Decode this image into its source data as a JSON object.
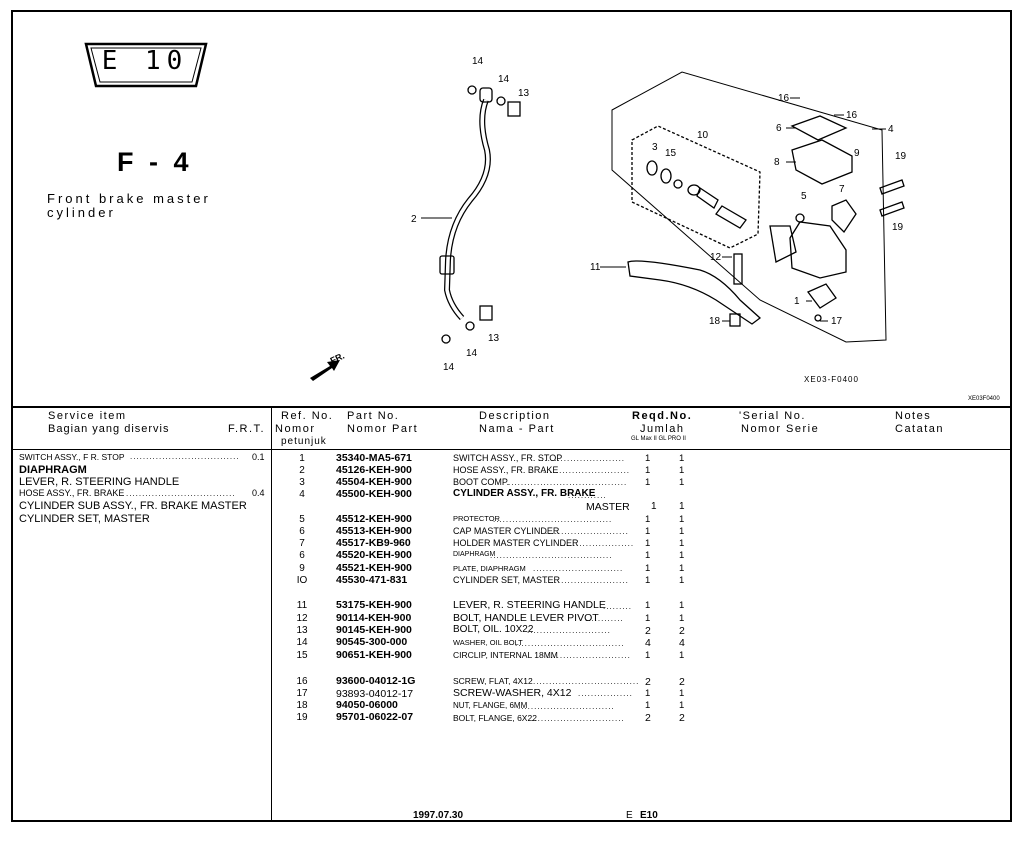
{
  "badge": "E 10",
  "figure": {
    "code": "F - 4",
    "title": "Front  brake  master\ncylinder"
  },
  "diagram": {
    "code": "XE03-F0400",
    "corner_code": "XE03F0400",
    "labels": [
      "14",
      "14",
      "13",
      "2",
      "13",
      "14",
      "14",
      "10",
      "3",
      "15",
      "16",
      "16",
      "6",
      "4",
      "9",
      "8",
      "19",
      "19",
      "5",
      "7",
      "12",
      "11",
      "1",
      "17",
      "18"
    ],
    "arrow_text": "FR."
  },
  "headers": {
    "service_item": "Service    item",
    "service_item_id": "Bagian yang diservis",
    "frt": "F.R.T.",
    "ref_no": "Ref.  No.",
    "ref_no_id": "Nomor",
    "ref_no_id2": "petunjuk",
    "part_no": "Part  No.",
    "part_no_id": "Nomor  Part",
    "description": "Description",
    "description_id": "Nama  -  Part",
    "reqd_no": "Reqd.No.",
    "reqd_no_id": "Jumlah",
    "reqd_sub": "GL Max II GL PRO II",
    "serial_no": "'Serial  No.",
    "serial_no_id": "Nomor  Serie",
    "notes": "Notes",
    "notes_id": "Catatan"
  },
  "service_items": [
    {
      "name": "SWITCH ASSY., F R. STOP",
      "frt": "0.1"
    },
    {
      "name": "DIAPHRAGM",
      "frt": ""
    },
    {
      "name": "LEVER, R. STEERING HANDLE",
      "frt": ""
    },
    {
      "name": "HOSE ASSY., FR. BRAKE",
      "frt": "0.4"
    },
    {
      "name": "CYLINDER SUB ASSY., FR. BRAKE MASTER",
      "frt": ""
    },
    {
      "name": "CYLINDER SET, MASTER",
      "frt": ""
    }
  ],
  "parts": [
    {
      "ref": "1",
      "part": "35340-MA5-671",
      "desc": "SWITCH ASSY., FR. STOP",
      "q1": "1",
      "q2": "1"
    },
    {
      "ref": "2",
      "part": "45126-KEH-900",
      "desc": "HOSE ASSY., FR. BRAKE",
      "q1": "1",
      "q2": "1"
    },
    {
      "ref": "3",
      "part": "45504-KEH-900",
      "desc": "BOOT COMP.",
      "q1": "1",
      "q2": "1"
    },
    {
      "ref": "4",
      "part": "45500-KEH-900",
      "desc": "CYLINDER ASSY., FR. BRAKE",
      "desc2": "MASTER",
      "q1": "1",
      "q2": "1"
    },
    {
      "ref": "5",
      "part": "45512-KEH-900",
      "desc": "PROTECTOR",
      "q1": "1",
      "q2": "1"
    },
    {
      "ref": "6",
      "part": "45513-KEH-900",
      "desc": "CAP MASTER CYLINDER",
      "q1": "1",
      "q2": "1"
    },
    {
      "ref": "7",
      "part": "45517-KB9-960",
      "desc": "HOLDER MASTER CYLINDER",
      "q1": "1",
      "q2": "1"
    },
    {
      "ref": "6",
      "part": "45520-KEH-900",
      "desc": "DIAPHRAGM",
      "q1": "1",
      "q2": "1"
    },
    {
      "ref": "9",
      "part": "45521-KEH-900",
      "desc": "PLATE, DIAPHRAGM",
      "q1": "1",
      "q2": "1"
    },
    {
      "ref": "IO",
      "part": "45530-471-831",
      "desc": "CYLINDER SET, MASTER",
      "q1": "1",
      "q2": "1"
    },
    {
      "ref": "11",
      "part": "53175-KEH-900",
      "desc": "LEVER, R. STEERING HANDLE",
      "q1": "1",
      "q2": "1"
    },
    {
      "ref": "12",
      "part": "90114-KEH-900",
      "desc": "BOLT, HANDLE LEVER PIVOT",
      "q1": "1",
      "q2": "1"
    },
    {
      "ref": "13",
      "part": "90145-KEH-900",
      "desc": "BOLT,  OIL.  10X22",
      "q1": "2",
      "q2": "2"
    },
    {
      "ref": "14",
      "part": "90545-300-000",
      "desc": "WASHER, OIL BOLT",
      "q1": "4",
      "q2": "4"
    },
    {
      "ref": "15",
      "part": "90651-KEH-900",
      "desc": "CIRCLIP, INTERNAL 18MM",
      "q1": "1",
      "q2": "1"
    },
    {
      "ref": "16",
      "part": "93600-04012-1G",
      "desc": "SCREW, FLAT, 4X12",
      "q1": "2",
      "q2": "2"
    },
    {
      "ref": "17",
      "part": "93893-04012-17",
      "desc": "SCREW-WASHER,  4X12",
      "q1": "1",
      "q2": "1"
    },
    {
      "ref": "18",
      "part": "94050-06000",
      "desc": "NUT, FLANGE, 6MM",
      "q1": "1",
      "q2": "1"
    },
    {
      "ref": "19",
      "part": "95701-06022-07",
      "desc": "BOLT, FLANGE, 6X22",
      "q1": "2",
      "q2": "2"
    }
  ],
  "footer": {
    "date": "1997.07.30",
    "page_prefix": "E",
    "page": "E10"
  }
}
